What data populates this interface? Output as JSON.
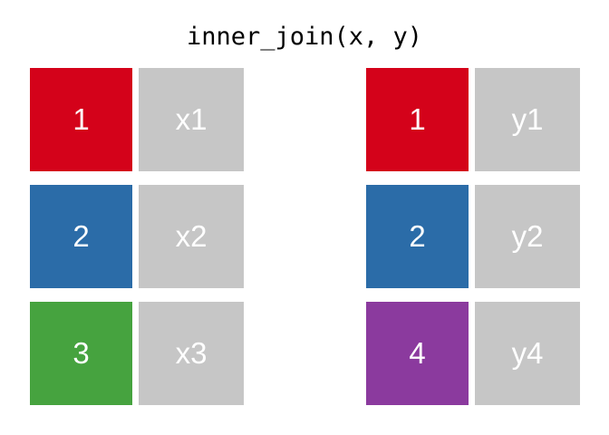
{
  "figure": {
    "title": "inner_join(x, y)",
    "background": "#ffffff",
    "value_cell_color": "#c6c6c6",
    "label_text_color": "#ffffff"
  },
  "colors": {
    "key_1": "#d4021a",
    "key_2": "#2b6ca8",
    "key_3": "#46a33f",
    "key_4": "#8b3a9e",
    "value_gray": "#c6c6c6"
  },
  "tables": [
    {
      "name": "x",
      "rows": [
        {
          "key": "1",
          "key_color": "#d4021a",
          "value": "x1"
        },
        {
          "key": "2",
          "key_color": "#2b6ca8",
          "value": "x2"
        },
        {
          "key": "3",
          "key_color": "#46a33f",
          "value": "x3"
        }
      ]
    },
    {
      "name": "y",
      "rows": [
        {
          "key": "1",
          "key_color": "#d4021a",
          "value": "y1"
        },
        {
          "key": "2",
          "key_color": "#2b6ca8",
          "value": "y2"
        },
        {
          "key": "4",
          "key_color": "#8b3a9e",
          "value": "y4"
        }
      ]
    }
  ]
}
